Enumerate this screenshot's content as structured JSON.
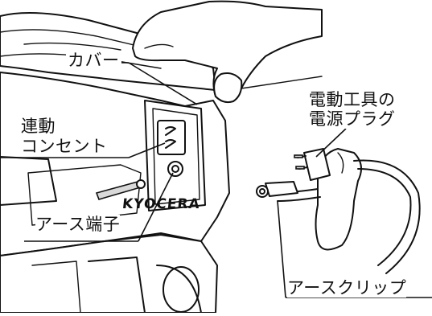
{
  "labels": {
    "cover": "カバー",
    "interlock_outlet_line1": "連動",
    "interlock_outlet_line2": "コンセント",
    "power_tool_plug_line1": "電動工具の",
    "power_tool_plug_line2": "電源プラグ",
    "earth_terminal": "アース端子",
    "earth_clip": "アースクリップ"
  },
  "brand": {
    "logo_text": "KYOCERA"
  }
}
